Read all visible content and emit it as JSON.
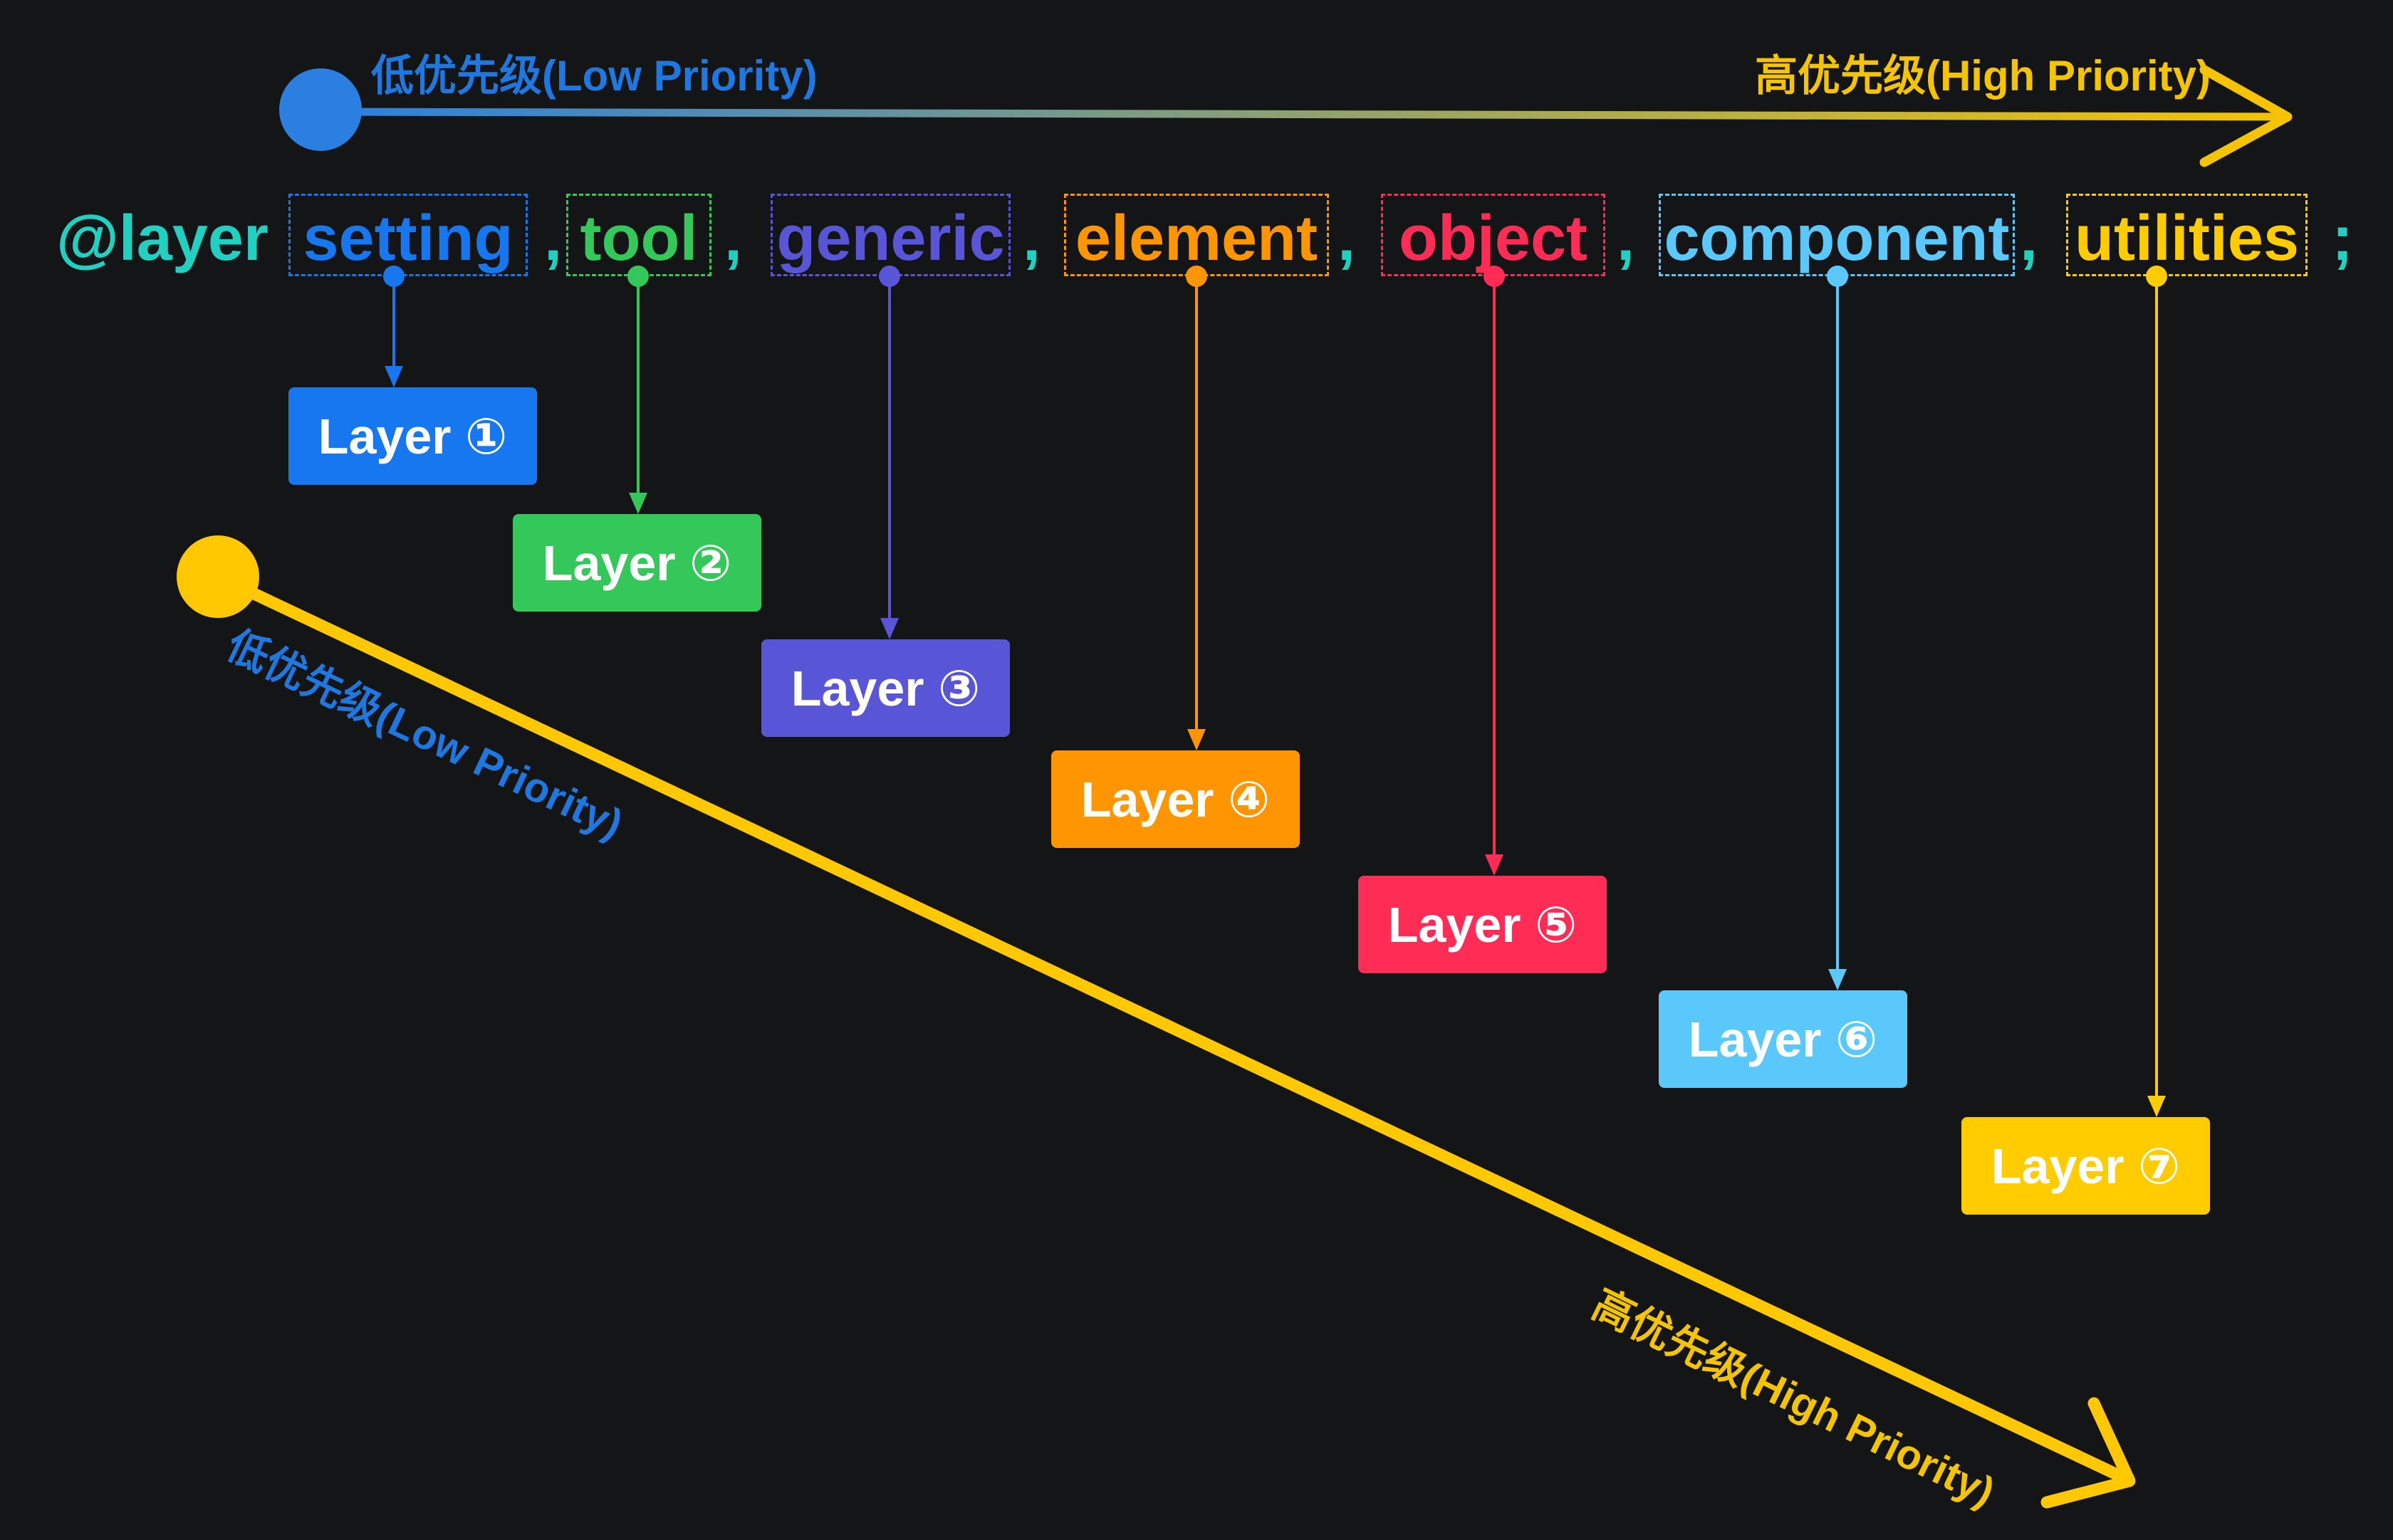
{
  "background": "#141517",
  "top_axis": {
    "low_label": "低优先级(Low Priority)",
    "high_label": "高优先级(High Priority)",
    "start_color": "#2a7fe0",
    "end_color": "#f5c400",
    "low_label_color": "#1f78e0",
    "high_label_color": "#f5c400"
  },
  "code": {
    "keyword": "@layer",
    "keyword_color": "#20d0c0",
    "separator": ",",
    "terminator": ";",
    "layers": [
      {
        "name": "setting",
        "box_label": "Layer ①",
        "color": "#1677ee"
      },
      {
        "name": "tool",
        "box_label": "Layer ②",
        "color": "#34c759"
      },
      {
        "name": "generic",
        "box_label": "Layer ③",
        "color": "#5856d6"
      },
      {
        "name": "element",
        "box_label": "Layer ④",
        "color": "#ff9500"
      },
      {
        "name": "object",
        "box_label": "Layer ⑤",
        "color": "#ff2d55"
      },
      {
        "name": "component",
        "box_label": "Layer ⑥",
        "color": "#5ac8fa"
      },
      {
        "name": "utilities",
        "box_label": "Layer ⑦",
        "color": "#ffcc00"
      }
    ]
  },
  "diagonal_axis": {
    "low_label": "低优先级(Low Priority)",
    "high_label": "高优先级(High Priority)",
    "color": "#ffc800",
    "low_label_color": "#1f78e0",
    "high_label_color": "#f5c400"
  }
}
